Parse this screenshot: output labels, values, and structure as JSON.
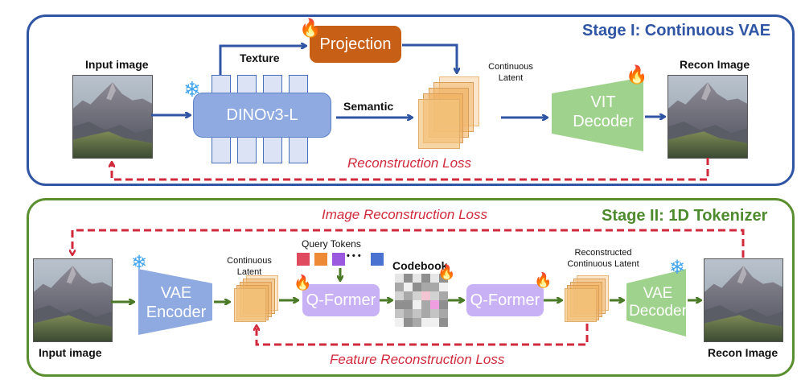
{
  "stage1": {
    "title": "Stage I: Continuous VAE",
    "input_label": "Input image",
    "recon_label": "Recon Image",
    "encoder_label": "DINOv3-L",
    "projection_label": "Projection",
    "texture_label": "Texture",
    "semantic_label": "Semantic",
    "latent_label_line1": "Continuous",
    "latent_label_line2": "Latent",
    "decoder_line1": "VIT",
    "decoder_line2": "Decoder",
    "loss_label": "Reconstruction Loss",
    "frozen": [
      "DINOv3-L"
    ],
    "trainable": [
      "Projection",
      "VIT Decoder"
    ]
  },
  "stage2": {
    "title": "Stage II: 1D Tokenizer",
    "input_label": "Input image",
    "recon_label": "Recon Image",
    "encoder_line1": "VAE",
    "encoder_line2": "Encoder",
    "latent_label_line1": "Continuous",
    "latent_label_line2": "Latent",
    "query_tokens_label": "Query Tokens",
    "query_token_colors": [
      "#e04a5e",
      "#ee8a36",
      "#9b59e0",
      "#4a72d0"
    ],
    "ellipsis": "• • •",
    "qformer1_label": "Q-Former",
    "codebook_label": "Codebook",
    "qformer2_label": "Q-Former",
    "recon_latent_line1": "Reconstructed",
    "recon_latent_line2": "Continuous Latent",
    "decoder_line1": "VAE",
    "decoder_line2": "Decoder",
    "image_loss_label": "Image Reconstruction Loss",
    "feature_loss_label": "Feature Reconstruction Loss",
    "frozen": [
      "VAE Encoder",
      "VAE Decoder"
    ],
    "trainable": [
      "Q-Former (encoder)",
      "Codebook",
      "Q-Former (decoder)"
    ]
  },
  "colors": {
    "stage1_border": "#2f55a4",
    "stage2_border": "#5a8e2f",
    "loss": "#d02a3c",
    "projection": "#c85f16",
    "dino": "#8eaae0",
    "vit_decoder": "#9fd28c",
    "qformer": "#c9b1f5",
    "latent": "#f0b870"
  }
}
